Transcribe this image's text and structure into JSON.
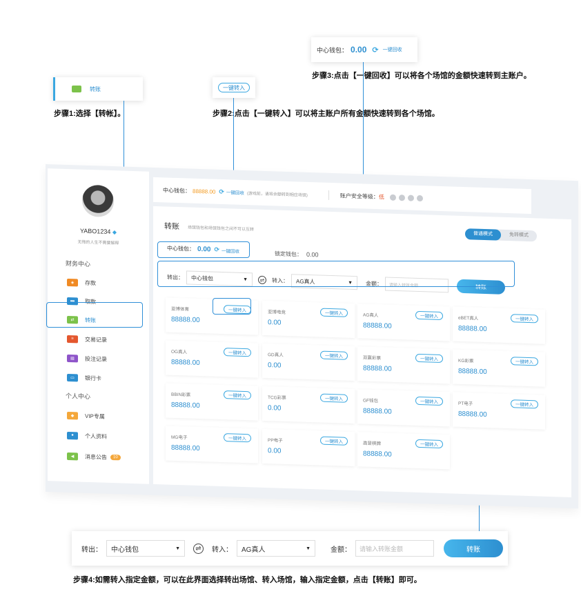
{
  "steps": {
    "step1": "步骤1:选择【转帐】。",
    "step2": "步骤2:点击【一键转入】可以将主账户所有金额快速转到各个场馆。",
    "step3": "步骤3:点击【一键回收】可以将各个场馆的金额快速转到主账户。",
    "step4": "步骤4:如需转入指定金额，可以在此界面选择转出场馆、转入场馆，输入指定金额，点击【转账】即可。"
  },
  "callouts": {
    "sidebar_item": "转账",
    "one_click_in": "一键转入",
    "wallet_label": "中心钱包：",
    "wallet_value": "0.00",
    "recycle": "一键回收"
  },
  "sidebar": {
    "username": "YABO1234",
    "motto": "无悔的人生不需要解释",
    "section_finance": "财务中心",
    "section_personal": "个人中心",
    "items": [
      {
        "label": "存款",
        "icon": "deposit-icon"
      },
      {
        "label": "取款",
        "icon": "withdraw-icon"
      },
      {
        "label": "转账",
        "icon": "transfer-icon"
      },
      {
        "label": "交易记录",
        "icon": "transaction-record-icon"
      },
      {
        "label": "投注记录",
        "icon": "bet-record-icon"
      },
      {
        "label": "银行卡",
        "icon": "bank-card-icon"
      },
      {
        "label": "VIP专属",
        "icon": "vip-diamond-icon"
      },
      {
        "label": "个人资料",
        "icon": "profile-icon"
      },
      {
        "label": "消息公告",
        "icon": "announcement-icon"
      }
    ],
    "msg_badge": "10"
  },
  "topbar": {
    "wallet_label": "中心钱包：",
    "wallet_amount": "88888.00",
    "recycle": "一键回收",
    "note": "(游戏前，请将余额转到相应场馆)",
    "security_label": "账户安全等级：",
    "security_level": "低"
  },
  "panel": {
    "title": "转账",
    "subtitle": "场馆钱包和场馆钱包之间不可以互转",
    "mode_normal": "普通模式",
    "mode_free": "免转模式",
    "wallet_label": "中心钱包：",
    "wallet_value": "0.00",
    "recycle": "一键回收",
    "locked_label": "锁定钱包：",
    "locked_value": "0.00"
  },
  "transfer": {
    "out_label": "转出：",
    "out_value": "中心钱包",
    "in_label": "转入：",
    "in_value": "AG真人",
    "amount_label": "金额：",
    "amount_placeholder": "请输入转账金额",
    "button": "转账"
  },
  "venue_button": "一键转入",
  "venues": [
    {
      "name": "亚博体育",
      "amount": "88888.00"
    },
    {
      "name": "亚博电竞",
      "amount": "0.00"
    },
    {
      "name": "AG真人",
      "amount": "88888.00"
    },
    {
      "name": "eBET真人",
      "amount": "88888.00"
    },
    {
      "name": "OG真人",
      "amount": "88888.00"
    },
    {
      "name": "GD真人",
      "amount": "0.00"
    },
    {
      "name": "双赢彩票",
      "amount": "88888.00"
    },
    {
      "name": "KG彩票",
      "amount": "88888.00"
    },
    {
      "name": "BBIN彩票",
      "amount": "88888.00"
    },
    {
      "name": "TCG彩票",
      "amount": "0.00"
    },
    {
      "name": "GF钱包",
      "amount": "88888.00"
    },
    {
      "name": "PT电子",
      "amount": "88888.00"
    },
    {
      "name": "MG电子",
      "amount": "88888.00"
    },
    {
      "name": "PP电子",
      "amount": "0.00"
    },
    {
      "name": "高登棋牌",
      "amount": "88888.00"
    }
  ]
}
